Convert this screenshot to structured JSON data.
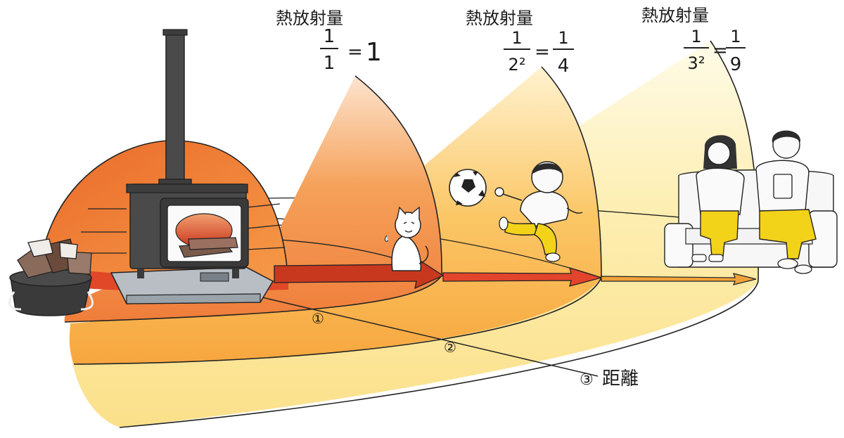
{
  "labels": [
    {
      "heading": "熱放射量",
      "num": "1",
      "den": "1",
      "result": "1"
    },
    {
      "heading": "熱放射量",
      "num": "1",
      "den": "2²",
      "result": "1/4",
      "rnum": "1",
      "rden": "4"
    },
    {
      "heading": "熱放射量",
      "num": "1",
      "den": "3²",
      "result": "1/9",
      "rnum": "1",
      "rden": "9"
    }
  ],
  "equals": "=",
  "distance": {
    "marker1": "①",
    "marker2": "②",
    "marker3": "③",
    "label": "距離"
  },
  "colors": {
    "zone1": "#f08a3a",
    "zone2": "#f9b24a",
    "zone3": "#fde9a0",
    "arrow1": "#c8381f",
    "arrow2": "#e2452c",
    "arrow3": "#f0a23a",
    "stove": "#4a4a4a",
    "fire": "#d8452a",
    "pants": "#f3d21a"
  },
  "icons": [
    "wood-stove-icon",
    "log-basket-icon",
    "cat-icon",
    "soccer-ball-icon",
    "boy-icon",
    "woman-icon",
    "man-icon",
    "sofa-icon"
  ]
}
